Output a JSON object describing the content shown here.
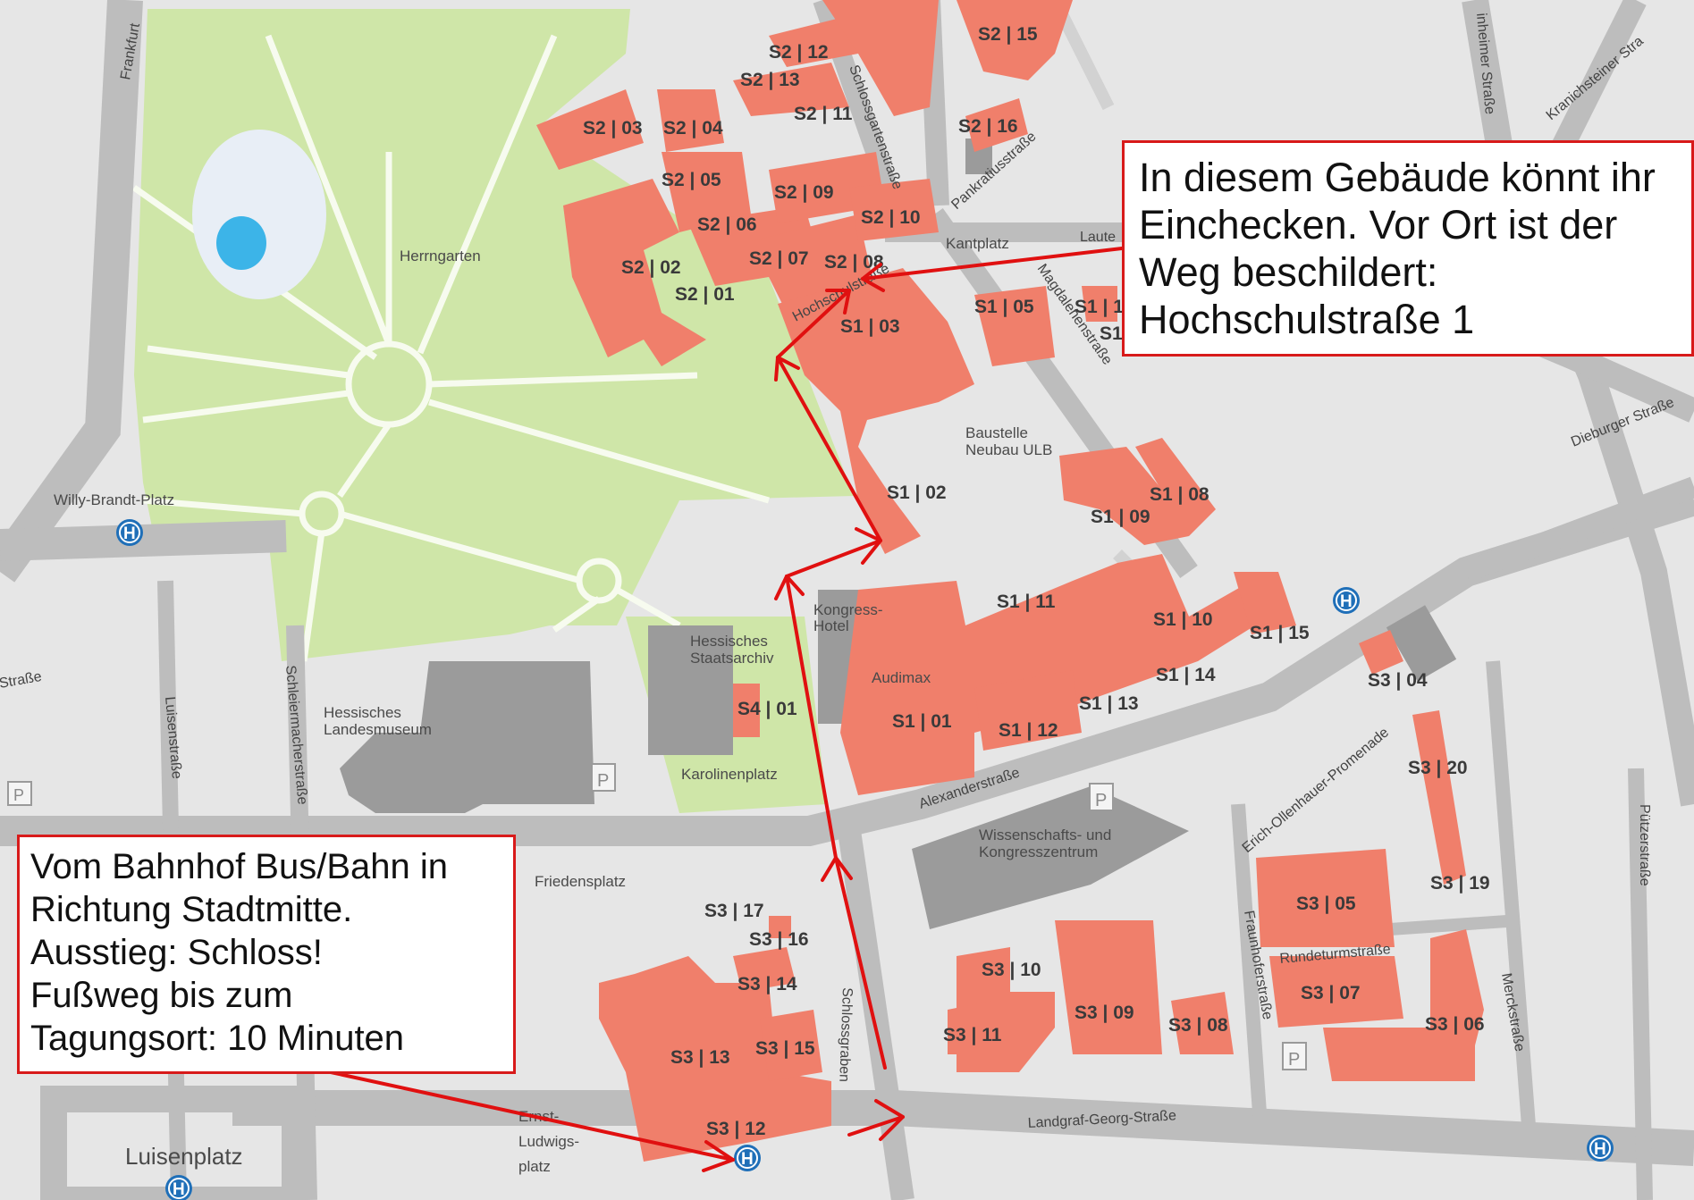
{
  "callouts": {
    "arrival": {
      "lines": [
        "Vom Bahnhof Bus/Bahn in",
        "Richtung Stadtmitte.",
        "Ausstieg: Schloss!",
        "Fußweg bis zum",
        "Tagungsort: 10 Minuten"
      ]
    },
    "checkin": {
      "lines": [
        "In diesem Gebäude könnt ihr",
        "Einchecken. Vor Ort ist der",
        "Weg beschildert:",
        "Hochschulstraße 1"
      ]
    }
  },
  "places": {
    "herrngarten": "Herrngarten",
    "willy_brandt_platz": "Willy-Brandt-Platz",
    "hessisches_landesmuseum": [
      "Hessisches",
      "Landesmuseum"
    ],
    "hessisches_staatsarchiv": [
      "Hessisches",
      "Staatsarchiv"
    ],
    "karolinenplatz": "Karolinenplatz",
    "friedensplatz": "Friedensplatz",
    "luisenplatz": "Luisenplatz",
    "ernst_ludwigs_platz": [
      "Ernst-",
      "Ludwigs-",
      "platz"
    ],
    "kongress_hotel": [
      "Kongress-",
      "Hotel"
    ],
    "audimax": "Audimax",
    "baustelle": [
      "Baustelle",
      "Neubau ULB"
    ],
    "wissenschafts": [
      "Wissenschafts- und",
      "Kongresszentrum"
    ],
    "kantplatz": "Kantplatz"
  },
  "streets": {
    "frankfurter": "Frankfurt",
    "schlossgartenstrasse": "Schlossgartenstraße",
    "pankratiusstrasse": "Pankratiusstraße",
    "magdalenenstrasse": "Magdalenenstraße",
    "hochschulstrasse": "Hochschulstraße",
    "lauteschlaeger": "Laute",
    "dieburger": "Dieburger Straße",
    "kranichsteiner": "Kranichsteiner Stra",
    "heinheimer": "inheimer Straße",
    "schleiermacher": "Schleiermacherstraße",
    "luisenstrasse": "Luisenstraße",
    "west_strasse": "Straße",
    "alexanderstrasse": "Alexanderstraße",
    "erich_ollenhauer": "Erich-Ollenhauer-Promenade",
    "rundeturmstrasse": "Rundeturmstraße",
    "fraunhoferstrasse": "Fraunhoferstraße",
    "merckstrasse": "Merckstraße",
    "puetzerstrasse": "Pützerstraße",
    "schlossgraben": "Schlossgraben",
    "landgraf_georg": "Landgraf-Georg-Straße"
  },
  "buildings": {
    "S2_03": "S2 | 03",
    "S2_04": "S2 | 04",
    "S2_05": "S2 | 05",
    "S2_06": "S2 | 06",
    "S2_02": "S2 | 02",
    "S2_01": "S2 | 01",
    "S2_07": "S2 | 07",
    "S2_08": "S2 | 08",
    "S2_09": "S2 | 09",
    "S2_10": "S2 | 10",
    "S2_11": "S2 | 11",
    "S2_12": "S2 | 12",
    "S2_13": "S2 | 13",
    "S2_15": "S2 | 15",
    "S2_16": "S2 | 16",
    "S1_01": "S1 | 01",
    "S1_02": "S1 | 02",
    "S1_03": "S1 | 03",
    "S1_05": "S1 | 05",
    "S1_08": "S1 | 08",
    "S1_09": "S1 | 09",
    "S1_10": "S1 | 10",
    "S1_11": "S1 | 11",
    "S1_12": "S1 | 12",
    "S1_13": "S1 | 13",
    "S1_14": "S1 | 14",
    "S1_15": "S1 | 15",
    "S1_partial_a": "S1 | 1",
    "S1_partial_b": "S1",
    "S4_01": "S4 | 01",
    "S3_04": "S3 | 04",
    "S3_05": "S3 | 05",
    "S3_06": "S3 | 06",
    "S3_07": "S3 | 07",
    "S3_08": "S3 | 08",
    "S3_09": "S3 | 09",
    "S3_10": "S3 | 10",
    "S3_11": "S3 | 11",
    "S3_12": "S3 | 12",
    "S3_13": "S3 | 13",
    "S3_14": "S3 | 14",
    "S3_15": "S3 | 15",
    "S3_16": "S3 | 16",
    "S3_17": "S3 | 17",
    "S3_19": "S3 | 19",
    "S3_20": "S3 | 20"
  },
  "symbols": {
    "bus_stop": "H",
    "parking": "P"
  },
  "colors": {
    "building": "#f07f6b",
    "park": "#cfe6a8",
    "road": "#bdbdbd",
    "route": "#e01010",
    "callout_border": "#d81a1a",
    "bus_stop": "#1f6fb8",
    "water": "#3cb4e8"
  }
}
